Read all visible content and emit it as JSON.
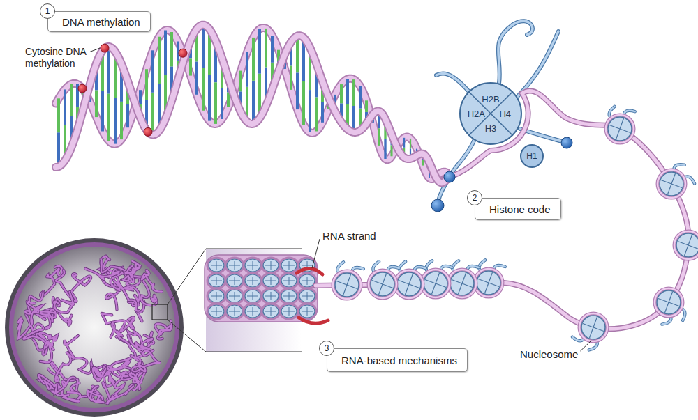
{
  "diagram": {
    "nodes": [
      {
        "text": [
          "1"
        ]
      },
      {
        "text": [
          "DNA methylation"
        ]
      },
      {
        "text": [
          "H2B",
          "H2A",
          "H4",
          "H3"
        ]
      },
      {
        "text": [
          "H1"
        ]
      },
      {
        "text": [
          "2"
        ]
      },
      {
        "text": [
          "Histone code"
        ]
      },
      {
        "text": [
          "3"
        ]
      },
      {
        "text": [
          "RNA-based mechanisms"
        ]
      }
    ],
    "labels": [
      "Cytosine DNA methylation",
      "RNA strand",
      "Nucleosome"
    ]
  }
}
